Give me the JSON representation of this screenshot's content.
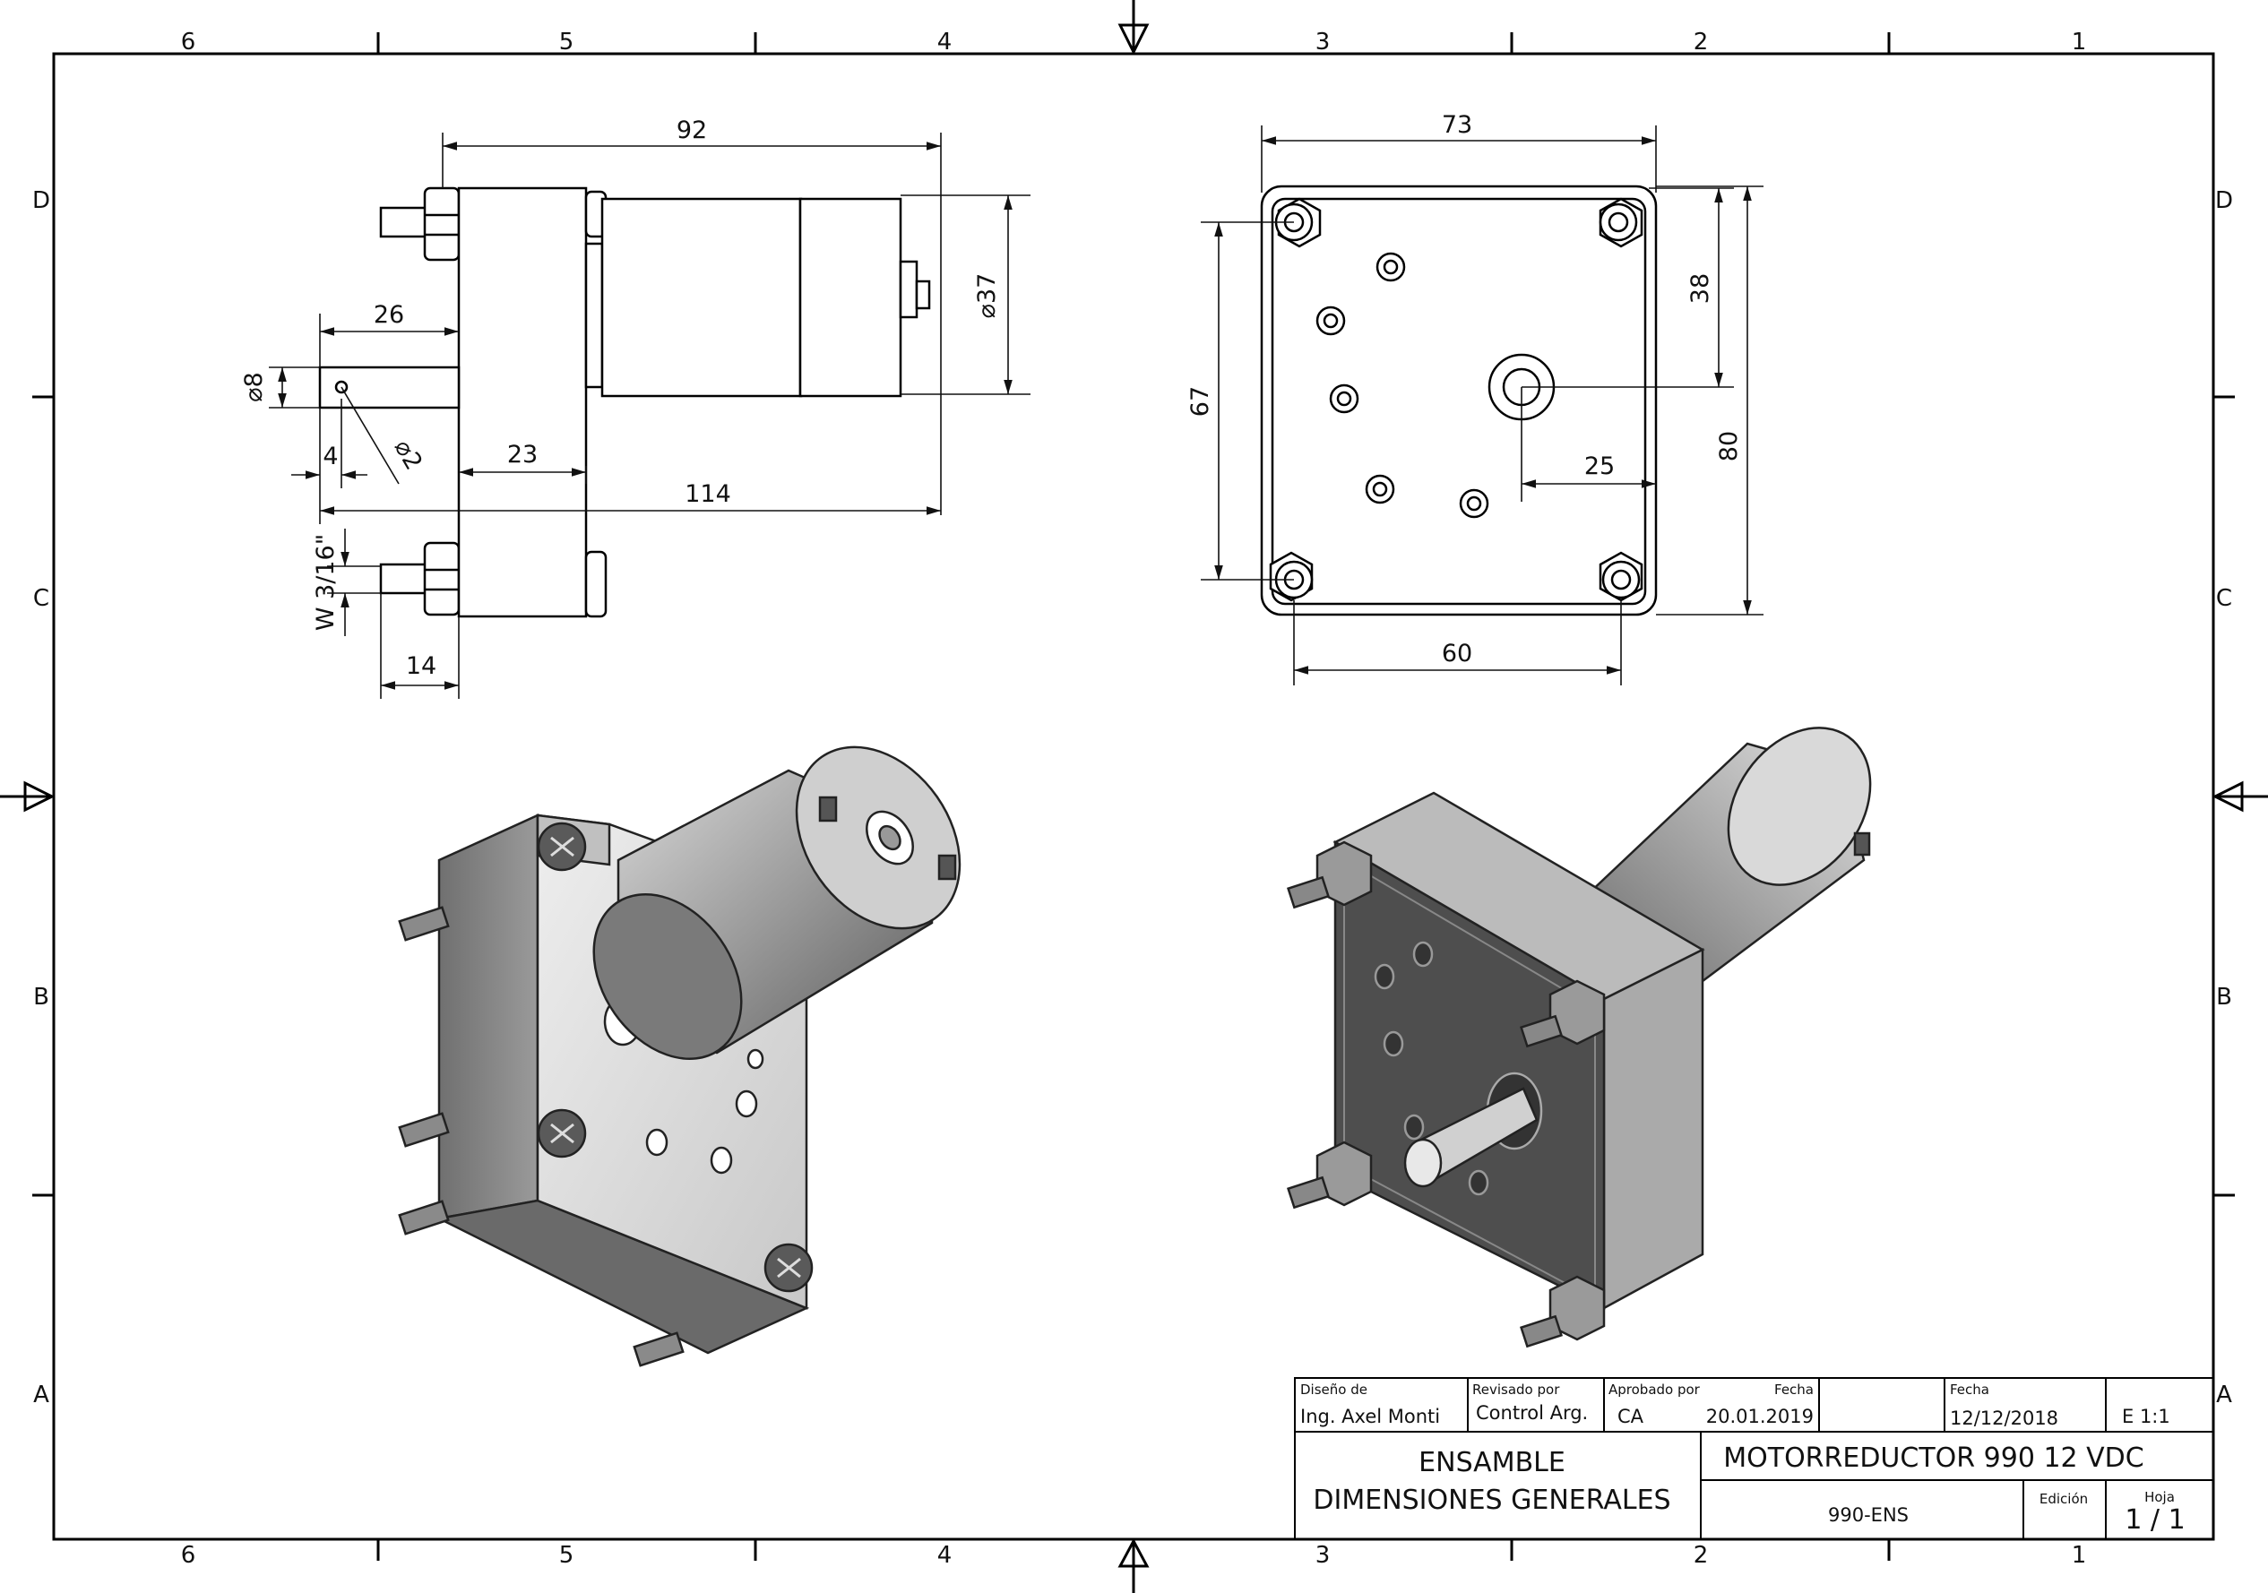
{
  "sheet": {
    "zones_columns": [
      "6",
      "5",
      "4",
      "3",
      "2",
      "1"
    ],
    "zones_rows": [
      "D",
      "C",
      "B",
      "A"
    ]
  },
  "side_view": {
    "dims": {
      "overall_top": "92",
      "motor_diameter": "⌀37",
      "shaft_length": "26",
      "shaft_diameter": "⌀8",
      "pin_diameter": "⌀2",
      "pin_offset": "4",
      "gearbox_depth": "23",
      "overall_length": "114",
      "stud_thread": "W 3/16\"",
      "stud_length": "14"
    }
  },
  "front_view": {
    "dims": {
      "width_top": "73",
      "hole_vertical": "67",
      "shaft_offset_v": "38",
      "height": "80",
      "shaft_offset_h": "25",
      "hole_horizontal": "60"
    }
  },
  "title_block": {
    "designed_by_label": "Diseño de",
    "designed_by": "Ing. Axel Monti",
    "reviewed_by_label": "Revisado por",
    "reviewed_by": "Control Arg.",
    "approved_by_label": "Aprobado por",
    "approved_by": "CA",
    "date_label_1": "Fecha",
    "date_1": "20.01.2019",
    "date_label_2": "Fecha",
    "date_2": "12/12/2018",
    "scale": "E 1:1",
    "drawing_title_1": "ENSAMBLE",
    "drawing_title_2": "DIMENSIONES  GENERALES",
    "part_name": "MOTORREDUCTOR 990 12 VDC",
    "part_number": "990-ENS",
    "edition_label": "Edición",
    "sheet_label": "Hoja",
    "sheet_value": "1 / 1"
  }
}
